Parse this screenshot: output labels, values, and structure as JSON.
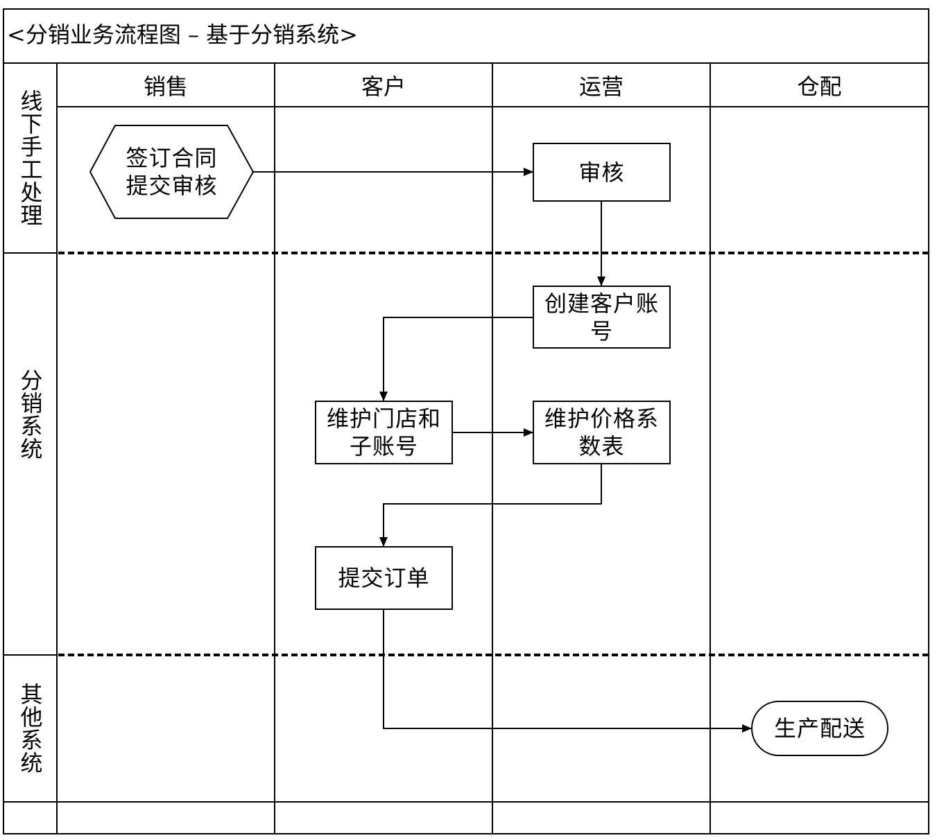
{
  "title": "<分销业务流程图 – 基于分销系统>",
  "columns": [
    {
      "label": "销售"
    },
    {
      "label": "客户"
    },
    {
      "label": "运营"
    },
    {
      "label": "仓配"
    }
  ],
  "lanes": [
    {
      "label": "线下手工处理"
    },
    {
      "label": "分销系统"
    },
    {
      "label": "其他系统"
    }
  ],
  "nodes": {
    "sign_contract": {
      "lines": [
        "签订合同",
        "提交审核"
      ]
    },
    "review": {
      "lines": [
        "审核"
      ]
    },
    "create_account": {
      "lines": [
        "创建客户账",
        "号"
      ]
    },
    "maintain_stores": {
      "lines": [
        "维护门店和",
        "子账号"
      ]
    },
    "maintain_price": {
      "lines": [
        "维护价格系",
        "数表"
      ]
    },
    "submit_order": {
      "lines": [
        "提交订单"
      ]
    },
    "delivery": {
      "lines": [
        "生产配送"
      ]
    }
  },
  "colors": {
    "line": "#000000",
    "background": "#ffffff"
  }
}
